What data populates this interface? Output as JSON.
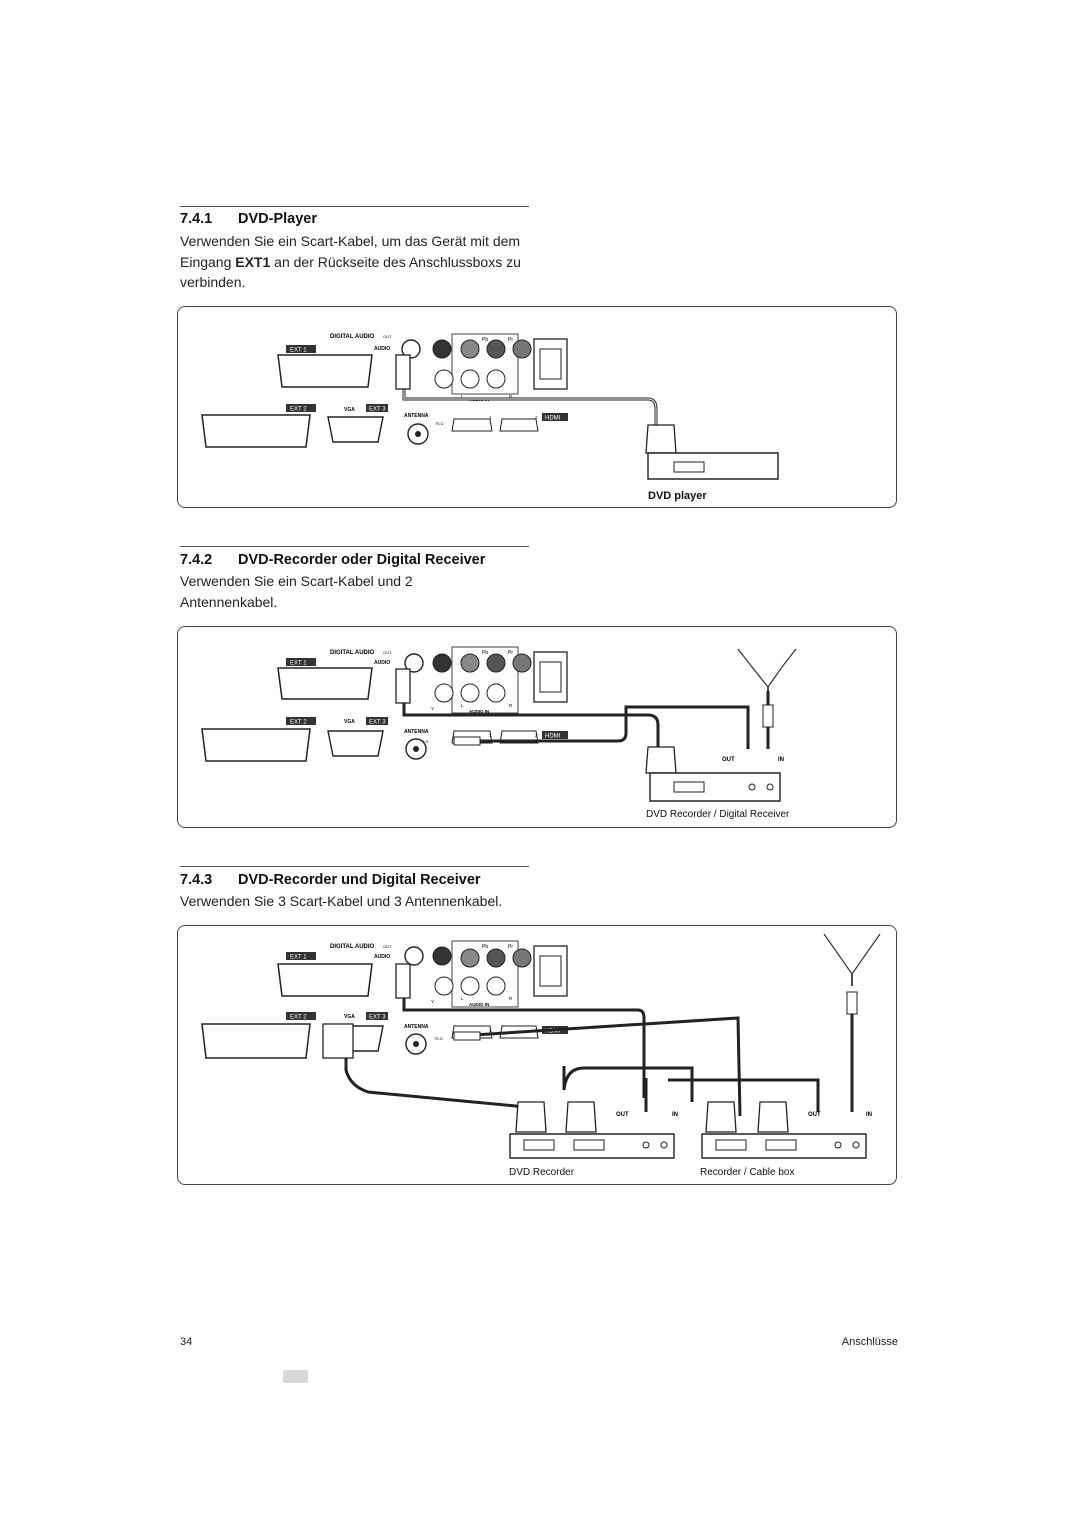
{
  "sections": [
    {
      "number": "7.4.1",
      "title": "DVD-Player",
      "text_before": "Verwenden Sie ein Scart-Kabel, um das Gerät mit dem Eingang ",
      "text_bold": "EXT1",
      "text_after": " an der Rückseite des Anschlussboxs zu verbinden.",
      "figure_caption": "DVD player"
    },
    {
      "number": "7.4.2",
      "title": "DVD-Recorder oder Digital Receiver",
      "text": "Verwenden Sie ein Scart-Kabel und 2 Antennenkabel.",
      "figure_caption": "DVD Recorder / Digital Receiver"
    },
    {
      "number": "7.4.3",
      "title": "DVD-Recorder und Digital Receiver",
      "text": "Verwenden Sie 3 Scart-Kabel und 3 Antennenkabel.",
      "figure_caption_left": "DVD Recorder",
      "figure_caption_right": "Recorder / Cable box"
    }
  ],
  "panel_labels": {
    "digital_audio": "DIGITAL AUDIO",
    "out": "OUT",
    "audio": "AUDIO",
    "audio_in": "AUDIO IN",
    "ext1": "EXT 1",
    "ext2": "EXT 2",
    "ext3": "EXT 3",
    "vga": "VGA",
    "antenna": "ANTENNA",
    "ohm": "75 Ω",
    "hdmi": "HDMI",
    "pb": "Pb",
    "pr": "Pr",
    "y": "Y",
    "l": "L",
    "r": "R",
    "hdmi1": "1",
    "hdmi2": "2",
    "device_out": "OUT",
    "device_in": "IN"
  },
  "footer": {
    "page_number": "34",
    "chapter": "Anschlüsse"
  }
}
